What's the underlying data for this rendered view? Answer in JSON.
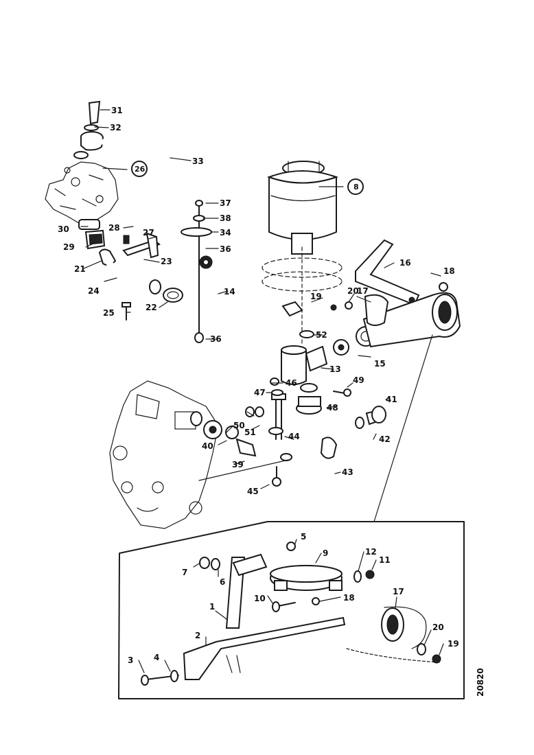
{
  "callouts": {
    "c1": "1",
    "c2": "2",
    "c3": "3",
    "c4": "4",
    "c5": "5",
    "c6": "6",
    "c7": "7",
    "c8": "8",
    "c9": "9",
    "c10": "10",
    "c11": "11",
    "c12": "12",
    "c13": "13",
    "c14": "14",
    "c15": "15",
    "c16": "16",
    "c17": "17",
    "c18": "18",
    "c19": "19",
    "c20": "20",
    "c21": "21",
    "c22": "22",
    "c23": "23",
    "c24": "24",
    "c25": "25",
    "c26": "26",
    "c27": "27",
    "c28": "28",
    "c29": "29",
    "c30": "30",
    "c31": "31",
    "c32": "32",
    "c33": "33",
    "c34": "34",
    "c36": "36",
    "c37": "37",
    "c38": "38",
    "c39": "39",
    "c40": "40",
    "c41": "41",
    "c42": "42",
    "c43": "43",
    "c44": "44",
    "c45": "45",
    "c46": "46",
    "c47": "47",
    "c48": "48",
    "c49": "49",
    "c50": "50",
    "c51": "51",
    "c52": "52",
    "i17": "17",
    "i18": "18",
    "i19": "19",
    "i20": "20"
  },
  "document_number": "20820"
}
